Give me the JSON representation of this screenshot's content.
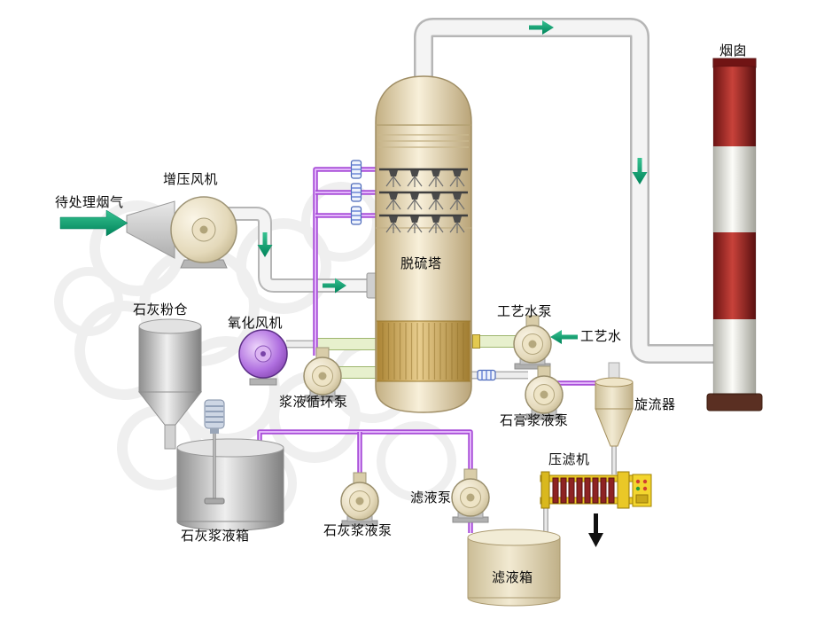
{
  "diagram": {
    "labels": {
      "flue_gas_inlet": "待处理烟气",
      "booster_fan": "增压风机",
      "absorber_tower": "脱硫塔",
      "stack": "烟囱",
      "lime_powder_silo": "石灰粉仓",
      "oxidation_fan": "氧化风机",
      "slurry_circulation_pump": "浆液循环泵",
      "process_water_pump": "工艺水泵",
      "process_water": "工艺水",
      "gypsum_slurry_pump": "石膏浆液泵",
      "hydrocyclone": "旋流器",
      "filter_press": "压滤机",
      "lime_slurry_tank": "石灰浆液箱",
      "lime_slurry_pump": "石灰浆液泵",
      "filtrate_pump": "滤液泵",
      "filtrate_tank": "滤液箱"
    },
    "colors": {
      "flow_arrow_green": "#009b6c",
      "slurry_pipe_purple": "#a94fd8",
      "duct_gray": "#f4f4f4",
      "tower_cream": "#f0e6cc",
      "tower_packing_gold": "#d4ab5c",
      "chimney_red": "#a32721",
      "chimney_white": "#f5f4ef",
      "equipment_silver": "#d9d9d9",
      "filter_press_yellow": "#eac827",
      "filter_press_plate_red": "#8e2323"
    }
  }
}
